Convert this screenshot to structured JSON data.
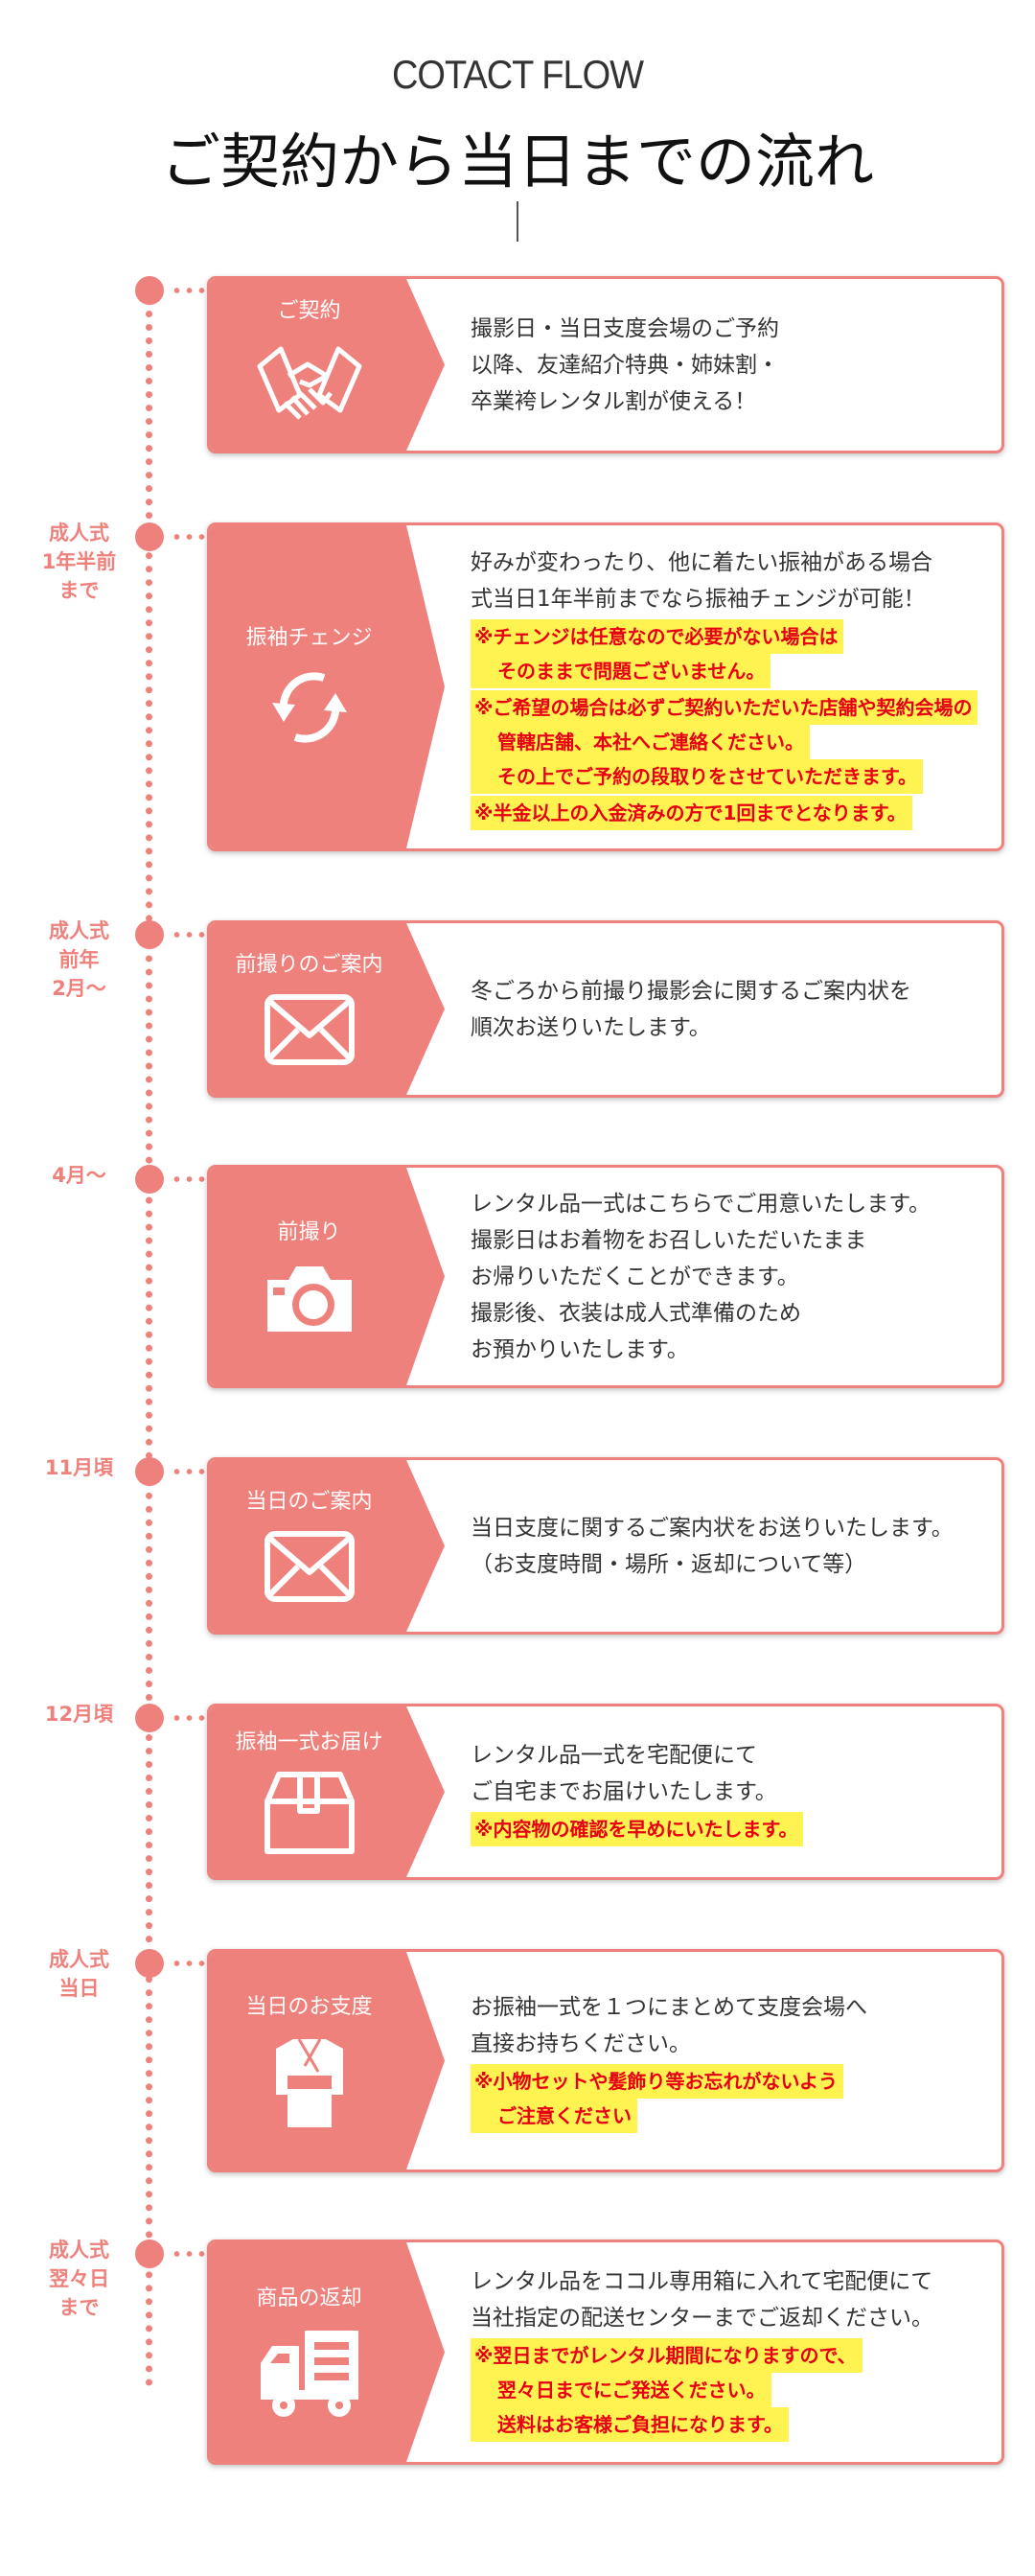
{
  "header": {
    "subtitle": "COTACT FLOW",
    "title": "ご契約から当日までの流れ"
  },
  "colors": {
    "accent": "#ef817c",
    "highlight": "#fff352",
    "note_text": "#e60012"
  },
  "steps": [
    {
      "when": [],
      "label": "ご契約",
      "icon": "handshake-icon",
      "text": [
        "撮影日・当日支度会場のご予約",
        "以降、友達紹介特典・姉妹割・",
        "卒業袴レンタル割が使える！"
      ],
      "notes": []
    },
    {
      "when": [
        "成人式",
        "1年半前",
        "まで"
      ],
      "label": "振袖チェンジ",
      "icon": "refresh-arrows-icon",
      "text": [
        "好みが変わったり、他に着たい振袖がある場合",
        "式当日1年半前までなら振袖チェンジが可能！"
      ],
      "notes": [
        [
          "※チェンジは任意なので必要がない場合は",
          "そのままで問題ございません。"
        ],
        [
          "※ご希望の場合は必ずご契約いただいた店舗や契約会場の",
          "管轄店舗、本社へご連絡ください。",
          "その上でご予約の段取りをさせていただきます。"
        ],
        [
          "※半金以上の入金済みの方で1回までとなります。"
        ]
      ]
    },
    {
      "when": [
        "成人式",
        "前年",
        "2月〜"
      ],
      "label": "前撮りのご案内",
      "icon": "envelope-icon",
      "text": [
        "冬ごろから前撮り撮影会に関するご案内状を",
        "順次お送りいたします。"
      ],
      "notes": []
    },
    {
      "when": [
        "4月〜"
      ],
      "label": "前撮り",
      "icon": "camera-icon",
      "text": [
        "レンタル品一式はこちらでご用意いたします。",
        "撮影日はお着物をお召しいただいたまま",
        "お帰りいただくことができます。",
        "撮影後、衣装は成人式準備のため",
        "お預かりいたします。"
      ],
      "notes": []
    },
    {
      "when": [
        "11月頃"
      ],
      "label": "当日のご案内",
      "icon": "envelope-icon",
      "text": [
        "当日支度に関するご案内状をお送りいたします。",
        "（お支度時間・場所・返却について等）"
      ],
      "notes": []
    },
    {
      "when": [
        "12月頃"
      ],
      "label": "振袖一式お届け",
      "icon": "box-icon",
      "text": [
        "レンタル品一式を宅配便にて",
        "ご自宅までお届けいたします。"
      ],
      "notes": [
        [
          "※内容物の確認を早めにいたします。"
        ]
      ]
    },
    {
      "when": [
        "成人式",
        "当日"
      ],
      "label": "当日のお支度",
      "icon": "kimono-icon",
      "text": [
        "お振袖一式を１つにまとめて支度会場へ",
        "直接お持ちください。"
      ],
      "notes": [
        [
          "※小物セットや髪飾り等お忘れがないよう",
          "ご注意ください"
        ]
      ]
    },
    {
      "when": [
        "成人式",
        "翌々日",
        "まで"
      ],
      "label": "商品の返却",
      "icon": "truck-icon",
      "text": [
        "レンタル品をココル専用箱に入れて宅配便にて",
        "当社指定の配送センターまでご返却ください。"
      ],
      "notes": [
        [
          "※翌日までがレンタル期間になりますので、",
          "翌々日までにご発送ください。",
          "送料はお客様ご負担になります。"
        ]
      ]
    }
  ]
}
